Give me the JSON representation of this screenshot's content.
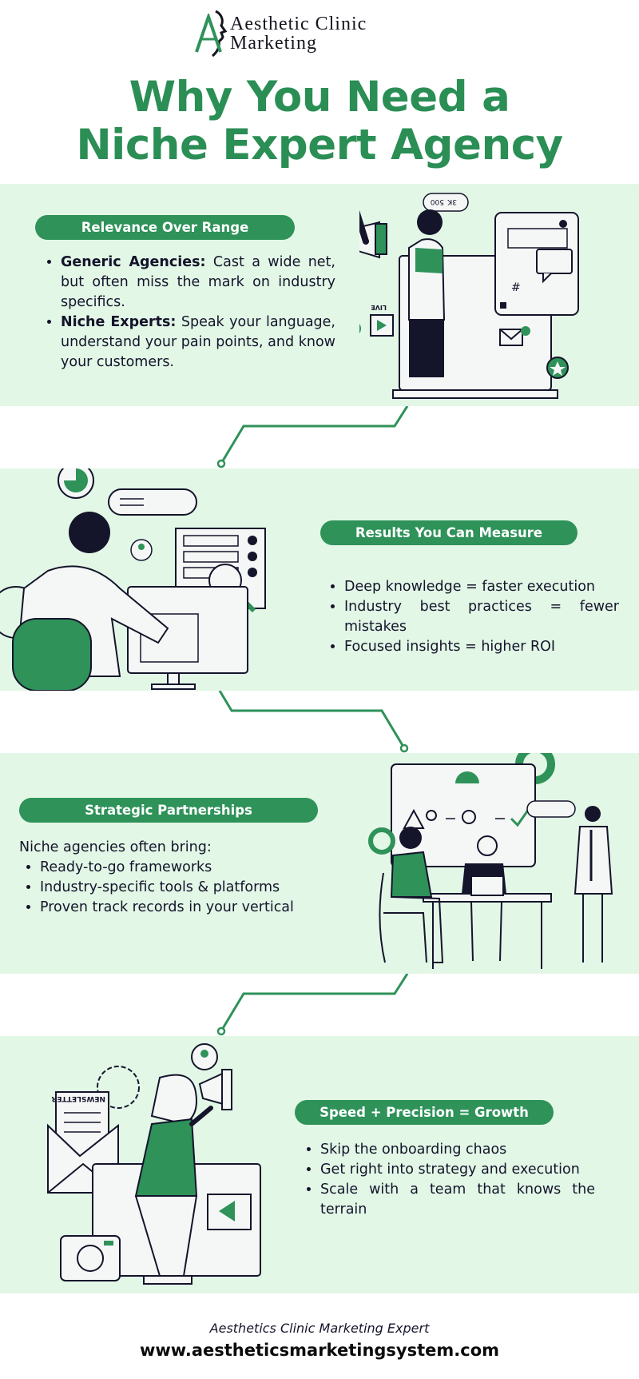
{
  "brand": {
    "line1": "Aesthetic Clinic",
    "line2": "Marketing",
    "logo_letter": "A",
    "logo_icon": "face-profile-icon"
  },
  "title": {
    "line1": "Why You Need a",
    "line2": "Niche Expert Agency"
  },
  "colors": {
    "primary": "#2e9259",
    "title": "#2a8e55",
    "band_bg": "#e2f7e6",
    "ink": "#14142b"
  },
  "sections": [
    {
      "heading": "Relevance Over Range",
      "items": [
        {
          "label": "Generic Agencies:",
          "text": " Cast a wide net, but often miss the mark on industry specifics."
        },
        {
          "label": "Niche Experts:",
          "text": " Speak your language, understand your pain points, and know your customers."
        }
      ],
      "illustration": "megaphone-social-media-icon",
      "stats": {
        "views": "500",
        "likes": "3K"
      },
      "live_label": "LIVE"
    },
    {
      "heading": "Results You Can Measure",
      "items": [
        "Deep knowledge = faster execution",
        "Industry best practices = fewer mistakes",
        "Focused insights = higher ROI"
      ],
      "illustration": "analytics-desk-icon"
    },
    {
      "heading": "Strategic Partnerships",
      "intro": "Niche agencies often bring:",
      "items": [
        "Ready-to-go frameworks",
        "Industry-specific tools & platforms",
        "Proven track records in your vertical"
      ],
      "illustration": "team-meeting-icon"
    },
    {
      "heading": "Speed + Precision = Growth",
      "items": [
        "Skip the onboarding chaos",
        "Get right into strategy and execution",
        "Scale with a team that knows the terrain"
      ],
      "illustration": "newsletter-marketer-icon",
      "newsletter_label": "NEWSLETTER"
    }
  ],
  "footer": {
    "subtitle": "Aesthetics Clinic Marketing Expert",
    "url": "www.aestheticsmarketingsystem.com"
  }
}
